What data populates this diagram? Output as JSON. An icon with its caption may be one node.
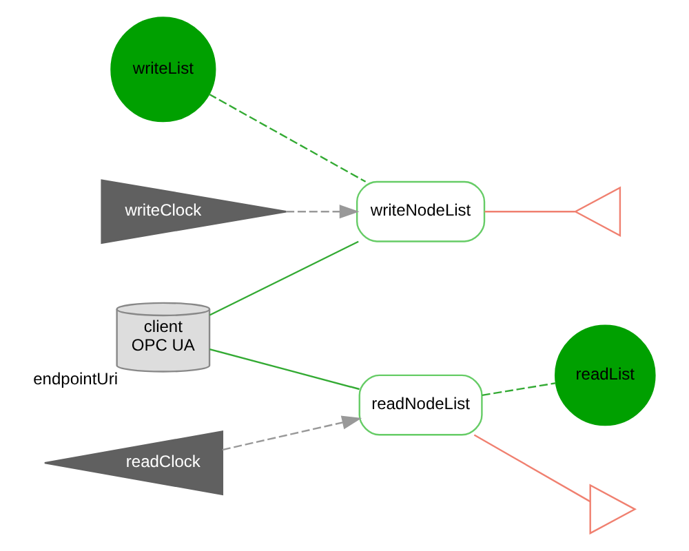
{
  "diagram": {
    "nodes": [
      {
        "text": [],
        "shape": "triangle"
      },
      {
        "text": [
          "writeList"
        ]
      },
      {
        "text": [
          "writeClock"
        ]
      },
      {
        "text": [
          "writeNodeList"
        ]
      },
      {
        "text": [
          "client",
          "OPC UA"
        ],
        "beside": [
          "endpointUri"
        ]
      },
      {
        "text": [
          "readNodeList"
        ]
      },
      {
        "text": [
          "readList"
        ]
      },
      {
        "text": [
          "readClock"
        ]
      },
      {
        "text": [],
        "shape": "triangle"
      }
    ],
    "edges": [
      {
        "from": 1,
        "to": 3,
        "arrow": "none",
        "style": "dashed"
      },
      {
        "from": 2,
        "to": 3,
        "arrow": "to",
        "style": "dashed",
        "color": "#999999"
      },
      {
        "from": 3,
        "to": 0,
        "arrow": "none",
        "color": "#f08070"
      },
      {
        "from": 4,
        "to": 3,
        "arrow": "none"
      },
      {
        "from": 4,
        "to": 5,
        "arrow": "none"
      },
      {
        "from": 5,
        "to": 8,
        "arrow": "none",
        "color": "#f08070"
      },
      {
        "from": 5,
        "to": 6,
        "arrow": "none",
        "style": "dashed"
      },
      {
        "from": 7,
        "to": 5,
        "arrow": "to",
        "style": "dashed",
        "color": "#999999"
      }
    ]
  }
}
